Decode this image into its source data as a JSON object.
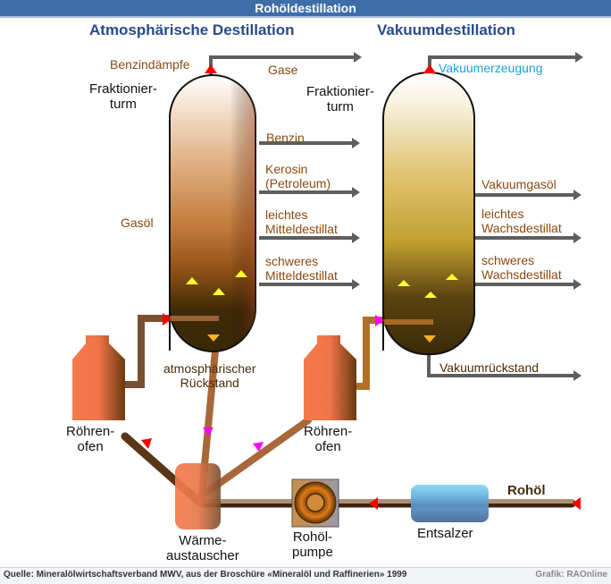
{
  "header": {
    "title": "Rohöldestillation"
  },
  "sections": {
    "atmospheric": "Atmosphärische Destillation",
    "vacuum": "Vakuumdestillation"
  },
  "atmospheric_column": {
    "name": [
      "Fraktionier-",
      "turm"
    ],
    "top_label": "Benzindämpfe",
    "top_output": "Gase",
    "side_label": "Gasöl",
    "outputs": [
      [
        "Benzin"
      ],
      [
        "Kerosin",
        "(Petroleum)"
      ],
      [
        "leichtes",
        "Mitteldestillat"
      ],
      [
        "schweres",
        "Mitteldestillat"
      ]
    ],
    "residue": [
      "atmosphärischer",
      "Rückstand"
    ]
  },
  "vacuum_column": {
    "name": [
      "Fraktionier-",
      "turm"
    ],
    "top_output": "Vakuumerzeugung",
    "outputs": [
      [
        "Vakuumgasöl"
      ],
      [
        "leichtes",
        "Wachsdestillat"
      ],
      [
        "schweres",
        "Wachsdestillat"
      ]
    ],
    "residue": "Vakuumrückstand"
  },
  "equipment": {
    "furnace_left": [
      "Röhren-",
      "ofen"
    ],
    "furnace_right": [
      "Röhren-",
      "ofen"
    ],
    "heat_exchanger": [
      "Wärme-",
      "austauscher"
    ],
    "pump": [
      "Rohöl-",
      "pumpe"
    ],
    "desalter": "Entsalzer",
    "crude_input": "Rohöl"
  },
  "colors": {
    "header": "#3d6ea8",
    "section_title": "#2a4a87",
    "product_label": "#8a4a10",
    "vacuum_label": "#1aa2d8",
    "flow_arrow": "#ff0000",
    "residue_arrow": "#ff00ff",
    "vapor_triangle": "#ffff33"
  },
  "footer": {
    "source": "Quelle: Mineralölwirtschaftsverband MWV, aus der Broschüre «Mineralöl und Raffinerien» 1999",
    "credit": "Grafik: RAOnline"
  }
}
